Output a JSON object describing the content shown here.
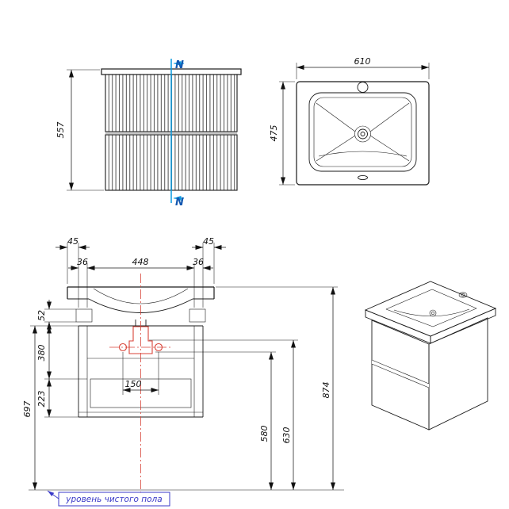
{
  "front_view": {
    "height": "557",
    "section_mark": "N"
  },
  "top_view": {
    "width": "610",
    "depth": "475"
  },
  "section_view": {
    "overhang_left": "45",
    "overhang_right": "45",
    "wall_left": "36",
    "inner_width": "448",
    "wall_right": "36",
    "bracket_height": "52",
    "upper_height": "380",
    "lower_height": "223",
    "cabinet_top_height": "697",
    "pipe_spacing": "150",
    "drain_height": "580",
    "outlet_height": "630",
    "total_height": "874"
  },
  "floor_note": "уровень чистого пола",
  "colors": {
    "line": "#1a1a1a",
    "section_line": "#0a9be0",
    "center_line": "#d84338",
    "note": "#3a3ac8"
  }
}
